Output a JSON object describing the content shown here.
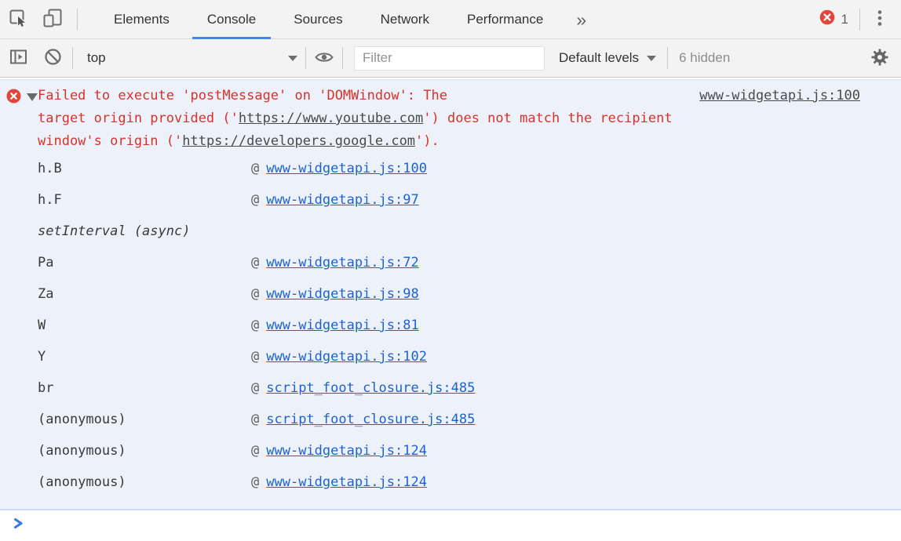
{
  "colors": {
    "accent_blue": "#4285f4",
    "error_red_text": "#d93229",
    "error_badge_red": "#e1453c",
    "stack_link_blue": "#1e62d0",
    "error_row_background": "#edf1f9",
    "toolbar_background": "#f3f3f3"
  },
  "tabs_bar": {
    "tabs": [
      "Elements",
      "Console",
      "Sources",
      "Network",
      "Performance"
    ],
    "active_tab": "Console",
    "more_tabs_label": "»",
    "error_count": "1"
  },
  "toolbar": {
    "context": "top",
    "filter_placeholder": "Filter",
    "levels_label": "Default levels",
    "hidden_count": "6 hidden"
  },
  "console": {
    "error": {
      "source_link": "www-widgetapi.js:100",
      "line1": "Failed to execute 'postMessage' on 'DOMWindow': The",
      "line2_pre": "target origin provided ('",
      "line2_link": "https://www.youtube.com",
      "line2_post": "') does not match the recipient",
      "line3_pre": "window's origin ('",
      "line3_link": "https://developers.google.com",
      "line3_post": "')."
    },
    "at_prefix": "@",
    "stack": [
      {
        "fn": "h.B",
        "location": "www-widgetapi.js:100"
      },
      {
        "fn": "h.F",
        "location": "www-widgetapi.js:97"
      },
      {
        "fn": "setInterval (async)",
        "location": null,
        "async": true
      },
      {
        "fn": "Pa",
        "location": "www-widgetapi.js:72"
      },
      {
        "fn": "Za",
        "location": "www-widgetapi.js:98"
      },
      {
        "fn": "W",
        "location": "www-widgetapi.js:81"
      },
      {
        "fn": "Y",
        "location": "www-widgetapi.js:102"
      },
      {
        "fn": "br",
        "location": "script_foot_closure.js:485"
      },
      {
        "fn": "(anonymous)",
        "location": "script_foot_closure.js:485"
      },
      {
        "fn": "(anonymous)",
        "location": "www-widgetapi.js:124"
      },
      {
        "fn": "(anonymous)",
        "location": "www-widgetapi.js:124"
      }
    ]
  }
}
